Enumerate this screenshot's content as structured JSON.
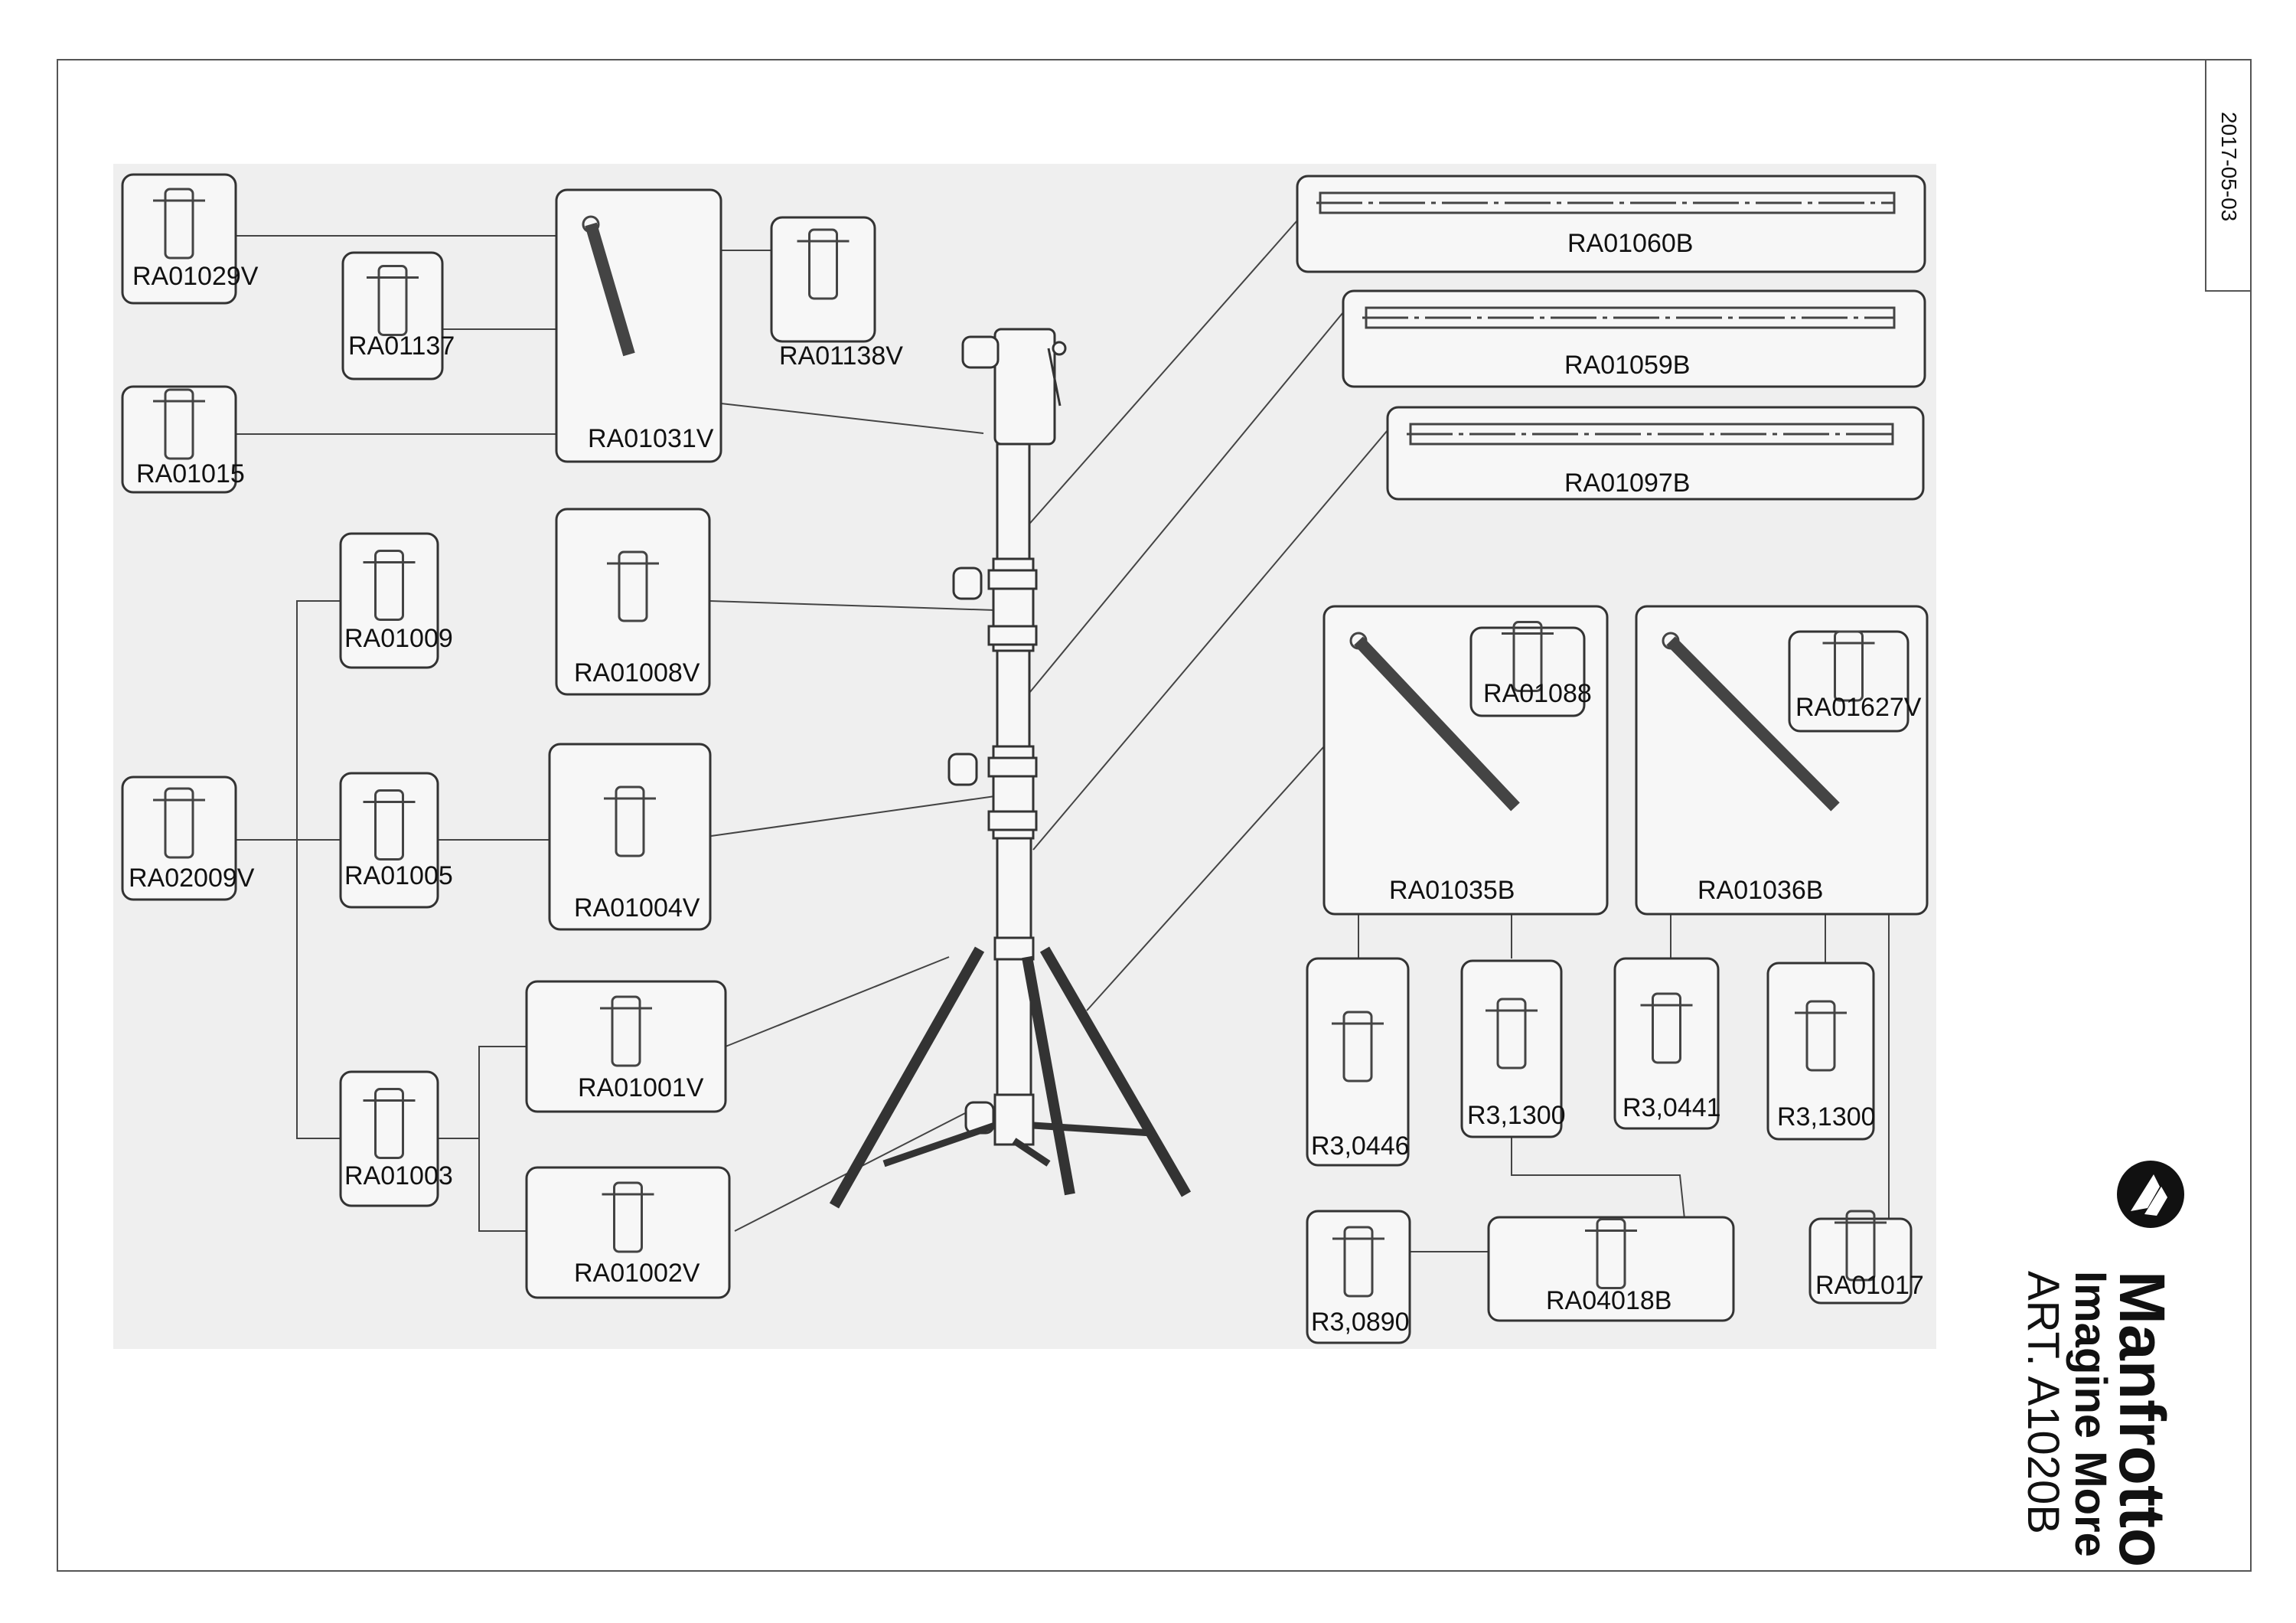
{
  "document": {
    "date": "2017-05-03",
    "brand": "Manfrotto",
    "tagline": "Imagine More",
    "article": "ART. A1020B"
  },
  "parts": {
    "RA01029V": "RA01029V",
    "RA01137": "RA01137",
    "RA01015": "RA01015",
    "RA01031V": "RA01031V",
    "RA01138V": "RA01138V",
    "RA01009": "RA01009",
    "RA01008V": "RA01008V",
    "RA02009V": "RA02009V",
    "RA01005": "RA01005",
    "RA01004V": "RA01004V",
    "RA01003": "RA01003",
    "RA01001V": "RA01001V",
    "RA01002V": "RA01002V",
    "RA01060B": "RA01060B",
    "RA01059B": "RA01059B",
    "RA01097B": "RA01097B",
    "RA01035B": "RA01035B",
    "RA01088": "RA01088",
    "RA01036B": "RA01036B",
    "RA01627V": "RA01627V",
    "R3_0446": "R3,0446",
    "R3_1300_a": "R3,1300",
    "R3_0441": "R3,0441",
    "R3_1300_b": "R3,1300",
    "R3_0890": "R3,0890",
    "RA04018B": "RA04018B",
    "RA01017": "RA01017"
  }
}
